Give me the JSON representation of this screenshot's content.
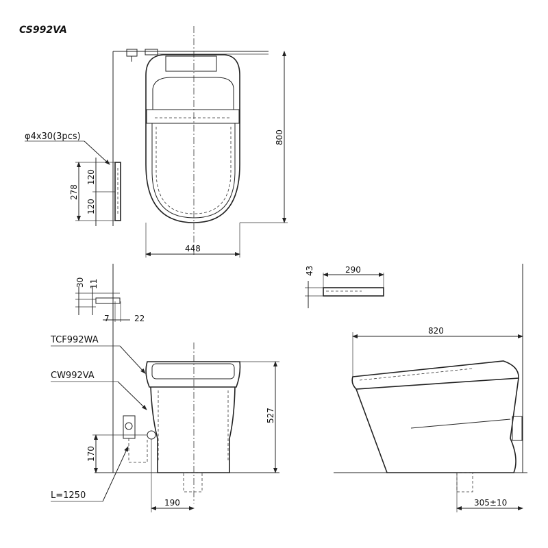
{
  "title": "CS992VA",
  "top_view": {
    "depth": "800",
    "width": "448"
  },
  "bracket": {
    "screw_spec": "φ4x30(3pcs)",
    "total": "278",
    "upper_spacing": "120",
    "lower_spacing": "120"
  },
  "wall_bracket": {
    "height": "30",
    "offset": "11",
    "depth1": "7",
    "depth2": "22"
  },
  "front_view": {
    "seat_model": "TCF992WA",
    "bowl_model": "CW992VA",
    "height": "527",
    "supply_height": "170",
    "hose_length": "L=1250",
    "supply_offset": "190"
  },
  "remote": {
    "width": "290",
    "thickness": "43"
  },
  "side_view": {
    "length": "820",
    "rough_in": "305±10"
  }
}
